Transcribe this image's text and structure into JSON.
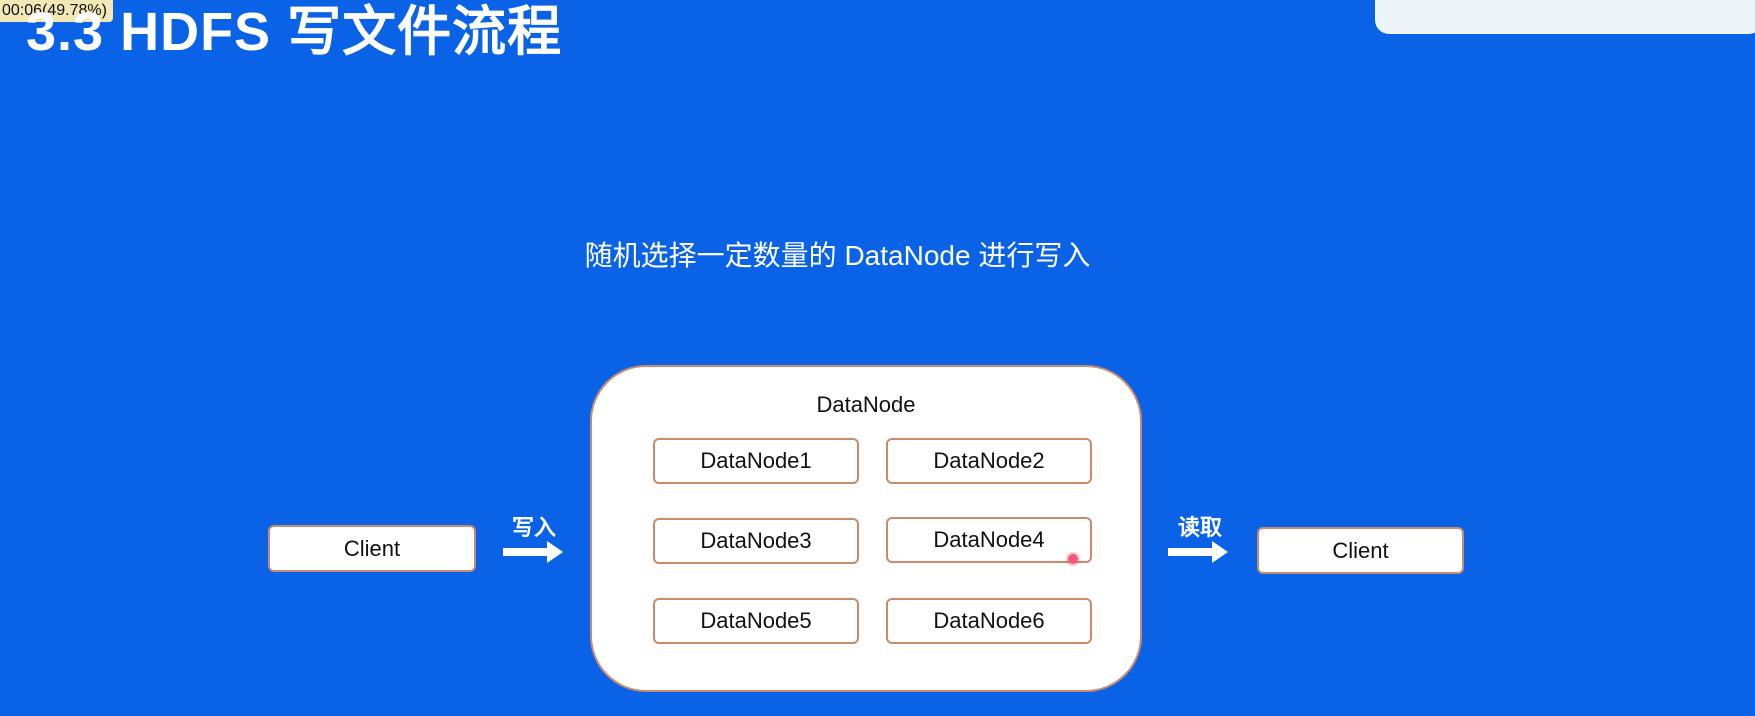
{
  "overlay": {
    "timestamp": "00:06(49.78%)"
  },
  "slide": {
    "title": "3.3 HDFS 写文件流程",
    "subtitle": "随机选择一定数量的 DataNode 进行写入",
    "top_badge_text": "",
    "clients": {
      "left": "Client",
      "right": "Client"
    },
    "arrows": {
      "write_label": "写入",
      "read_label": "读取"
    },
    "cluster": {
      "title": "DataNode",
      "nodes": [
        "DataNode1",
        "DataNode2",
        "DataNode3",
        "DataNode4",
        "DataNode5",
        "DataNode6"
      ]
    }
  },
  "colors": {
    "background": "#0a63e6",
    "box_border": "#c98b6f",
    "white": "#ffffff"
  }
}
